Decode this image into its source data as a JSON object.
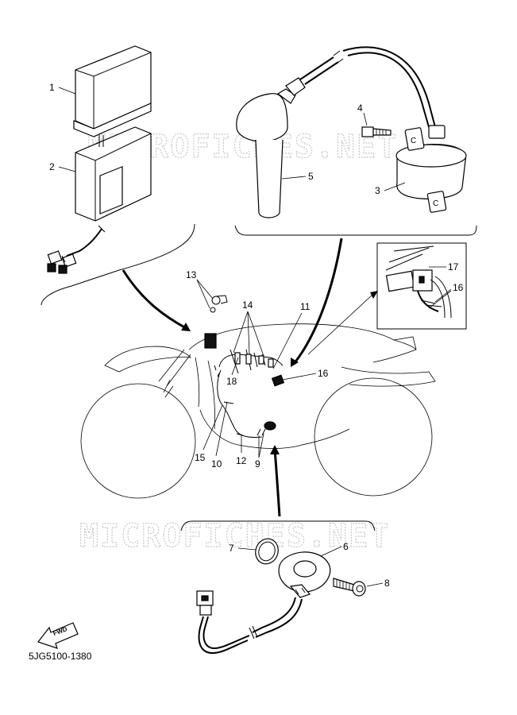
{
  "watermark_text": "MICROFICHES.NET",
  "drawing_number": "5JG5100-1380",
  "fwd_label": "FWD",
  "callouts": {
    "c1": "1",
    "c2": "2",
    "c3": "3",
    "c4": "4",
    "c5": "5",
    "c6": "6",
    "c7": "7",
    "c8": "8",
    "c9": "9",
    "c10": "10",
    "c11": "11",
    "c12": "12",
    "c13": "13",
    "c14": "14",
    "c15": "15",
    "c16a": "16",
    "c16b": "16",
    "c17": "17",
    "c18": "18"
  }
}
